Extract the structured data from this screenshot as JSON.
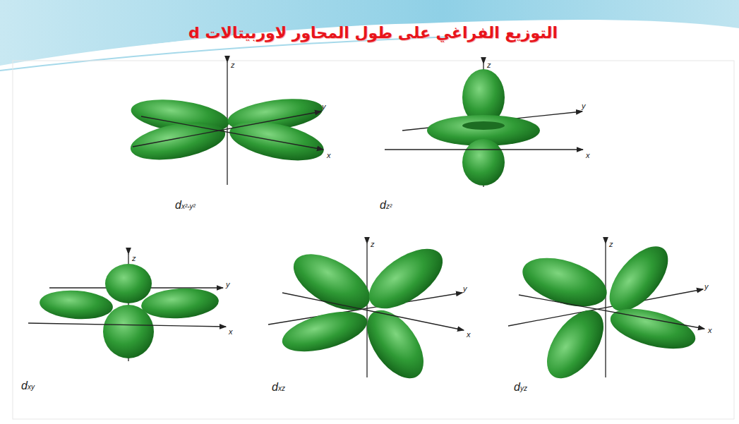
{
  "diagram": {
    "title": "التوزيع الفراغي على طول المحاور لاوربيتالات d",
    "labels": [
      "z",
      "y",
      "x",
      "dx²-y²",
      "z",
      "y",
      "x",
      "dz²",
      "z",
      "y",
      "x",
      "dxy",
      "z",
      "y",
      "x",
      "dxz",
      "z",
      "y",
      "x",
      "dyz"
    ]
  }
}
